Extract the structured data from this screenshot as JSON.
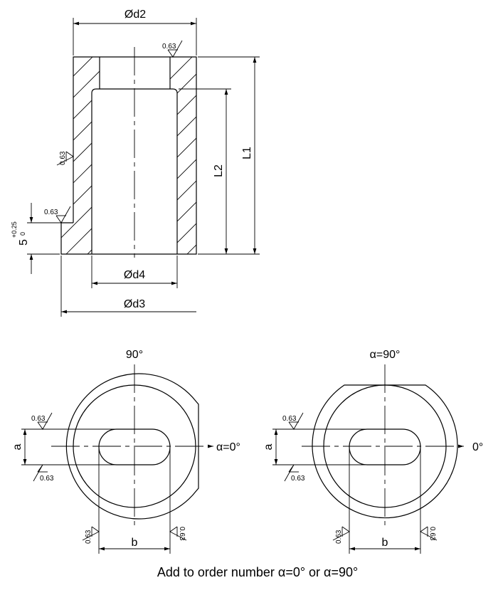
{
  "labels": {
    "d2": "Ød2",
    "d3": "Ød3",
    "d4": "Ød4",
    "L1": "L1",
    "L2": "L2",
    "tol_base": "5",
    "tol_upper": "+0.25",
    "tol_lower": "0",
    "roughness": "0.63",
    "a": "a",
    "b": "b",
    "left_top": "90°",
    "left_right": "α=0°",
    "right_top": "α=90°",
    "right_right": "0°"
  },
  "caption": "Add to order number α=0° or α=90°"
}
